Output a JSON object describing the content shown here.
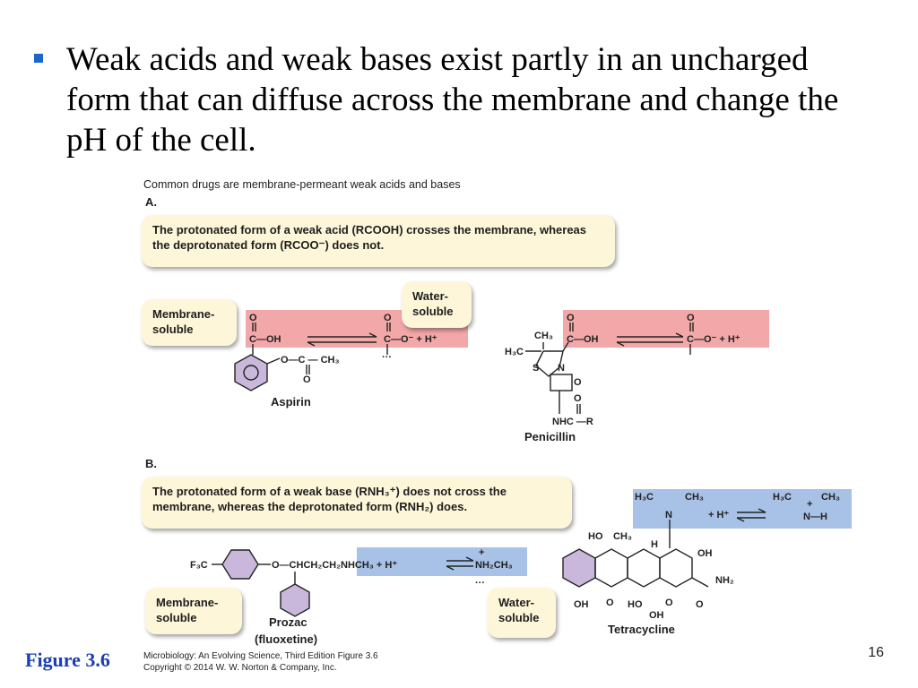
{
  "slide": {
    "bullet": "Weak acids and weak bases exist partly in an uncharged form that can diffuse across the membrane and change the pH of the cell.",
    "page_number": "16",
    "figure_label": "Figure 3.6",
    "credit_line1": "Microbiology: An Evolving Science, Third Edition  Figure 3.6",
    "credit_line2": "Copyright © 2014 W. W. Norton & Company, Inc."
  },
  "figure": {
    "title": "Common drugs are membrane-permeant weak acids and bases",
    "section_a": "A.",
    "section_b": "B.",
    "callout_a": "The protonated form of a weak acid (RCOOH) crosses the membrane, whereas the deprotonated form (RCOO⁻) does not.",
    "callout_b": "The protonated form of a weak base (RNH₃⁺) does not cross the membrane, whereas the deprotonated form (RNH₂) does.",
    "membrane_soluble": "Membrane-soluble",
    "water_soluble": "Water-soluble",
    "drugs": {
      "aspirin": "Aspirin",
      "penicillin": "Penicillin",
      "prozac": "Prozac",
      "prozac_alt": "(fluoxetine)",
      "tetracycline": "Tetracycline"
    },
    "colors": {
      "acid_band": "#f2a7a9",
      "base_band": "#a8c1e6",
      "callout_bg": "#fdf6d8",
      "ring_fill": "#c9b8dc"
    }
  }
}
